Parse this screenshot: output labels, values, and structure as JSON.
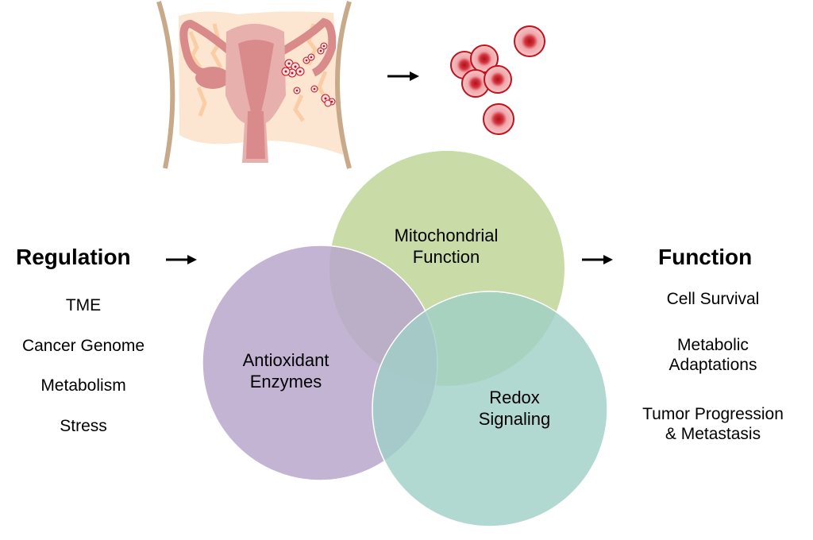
{
  "regulation": {
    "heading": "Regulation",
    "items": [
      "TME",
      "Cancer Genome",
      "Metabolism",
      "Stress"
    ]
  },
  "function": {
    "heading": "Function",
    "items": [
      {
        "line1": "Cell Survival",
        "line2": ""
      },
      {
        "line1": "Metabolic",
        "line2": "Adaptations"
      },
      {
        "line1": "Tumor Progression",
        "line2": "& Metastasis"
      }
    ]
  },
  "venn": {
    "mitochondrial": {
      "line1": "Mitochondrial",
      "line2": "Function",
      "color": "#c9dba6"
    },
    "antioxidant": {
      "line1": "Antioxidant",
      "line2": "Enzymes",
      "color": "#b9a7cc"
    },
    "redox": {
      "line1": "Redox",
      "line2": "Signaling",
      "color": "#a7d5cd"
    }
  },
  "illustration": {
    "left": "uterus-tumor-illustration",
    "right": "cancer-cells-cluster"
  }
}
